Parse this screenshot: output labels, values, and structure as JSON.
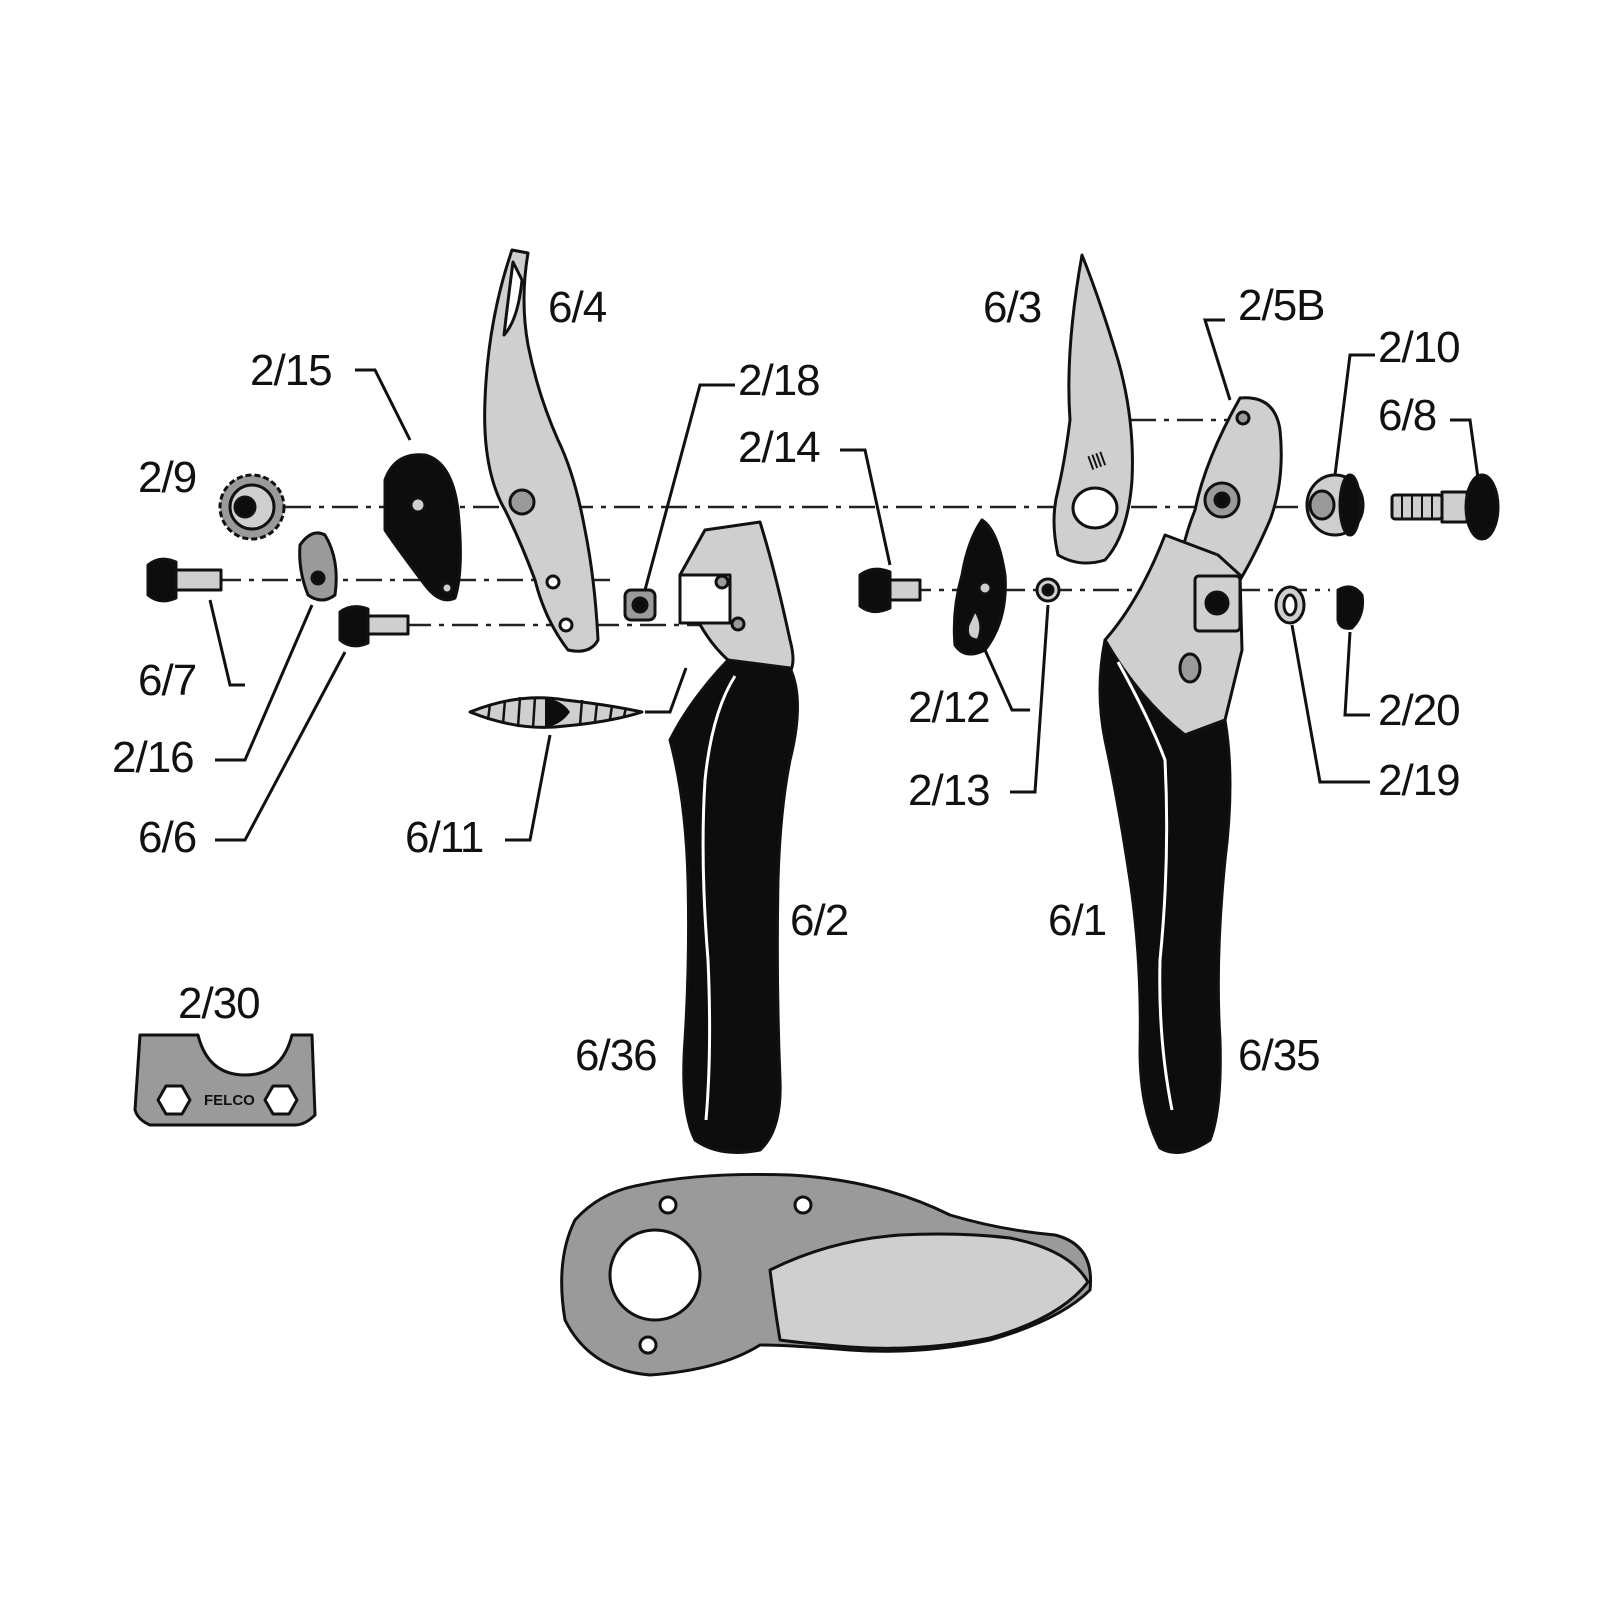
{
  "colors": {
    "outline": "#111111",
    "metal": "#cfcfcf",
    "grip": "#0d0d0d",
    "blade": "#a9a9a9"
  },
  "labels": {
    "p2_9": "2/9",
    "p2_15": "2/15",
    "p6_4": "6/4",
    "p2_18": "2/18",
    "p2_14": "2/14",
    "p6_3": "6/3",
    "p2_5b": "2/5B",
    "p2_10": "2/10",
    "p6_8": "6/8",
    "p6_7": "6/7",
    "p2_16": "2/16",
    "p6_6": "6/6",
    "p6_11": "6/11",
    "p2_12": "2/12",
    "p2_13": "2/13",
    "p2_20": "2/20",
    "p2_19": "2/19",
    "p6_2": "6/2",
    "p6_1": "6/1",
    "p2_30": "2/30",
    "p6_36": "6/36",
    "p6_35": "6/35"
  },
  "stamps": {
    "tool_logo": "FELCO"
  }
}
